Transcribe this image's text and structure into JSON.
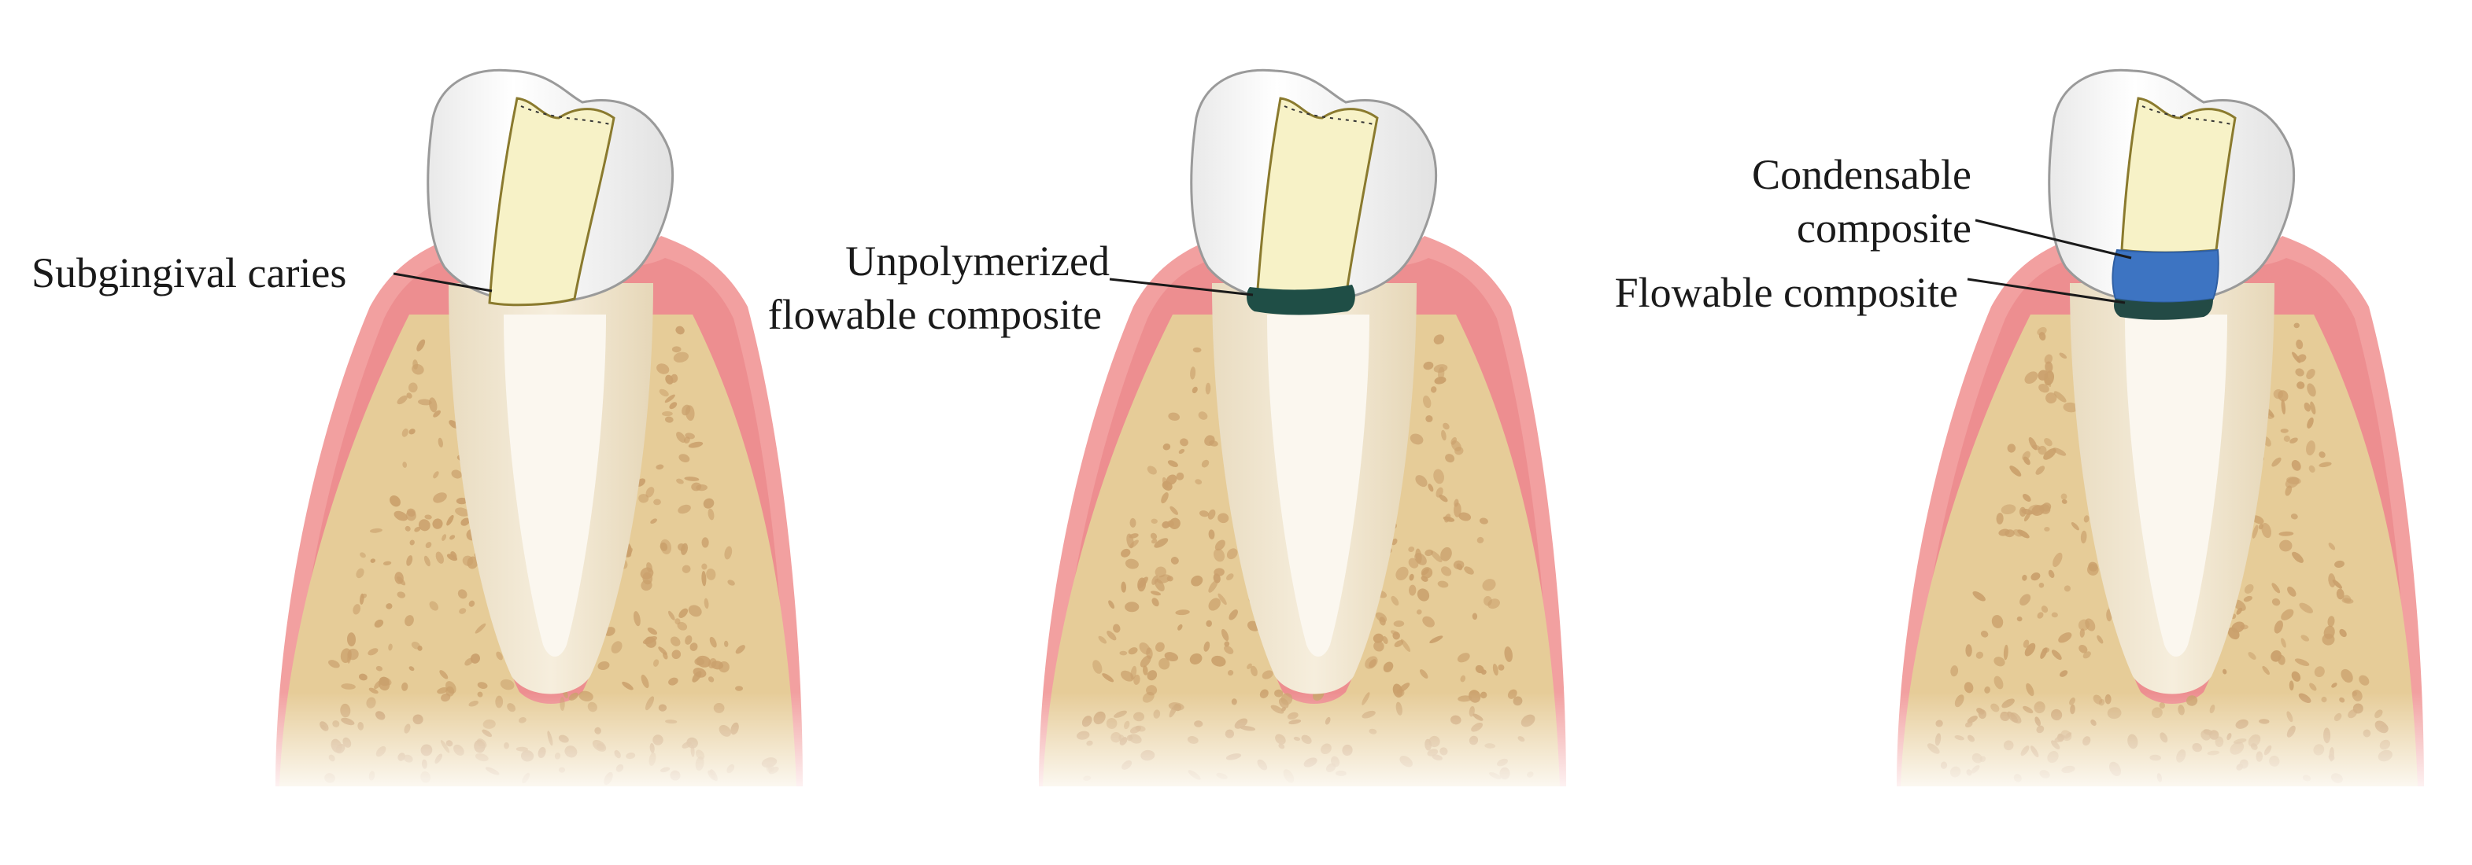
{
  "panels": [
    {
      "id": "panel-1",
      "labels": [
        {
          "id": "subgingival-caries",
          "lines": [
            "Subgingival caries"
          ]
        }
      ]
    },
    {
      "id": "panel-2",
      "labels": [
        {
          "id": "unpolymerized-flowable-composite",
          "lines": [
            "Unpolymerized",
            "flowable composite"
          ]
        }
      ]
    },
    {
      "id": "panel-3",
      "labels": [
        {
          "id": "condensable-composite",
          "lines": [
            "Condensable",
            "composite"
          ]
        },
        {
          "id": "flowable-composite",
          "lines": [
            "Flowable composite"
          ]
        }
      ]
    }
  ],
  "colors": {
    "gum": "#f2a0a0",
    "gum_edge": "#e46d73",
    "bone": "#e6cc98",
    "bone_spot": "#caa06c",
    "root": "#efe3cc",
    "pulp": "#fbf7ef",
    "enamel": "#f7f7f7",
    "enamel_edge": "#6d6d6d",
    "caries_fill": "#f7f2c7",
    "caries_edge": "#8a7a2e",
    "unpolymerized_composite": "#1f4e46",
    "condensable_composite": "#3d74c2",
    "flowable_composite": "#234a45"
  }
}
